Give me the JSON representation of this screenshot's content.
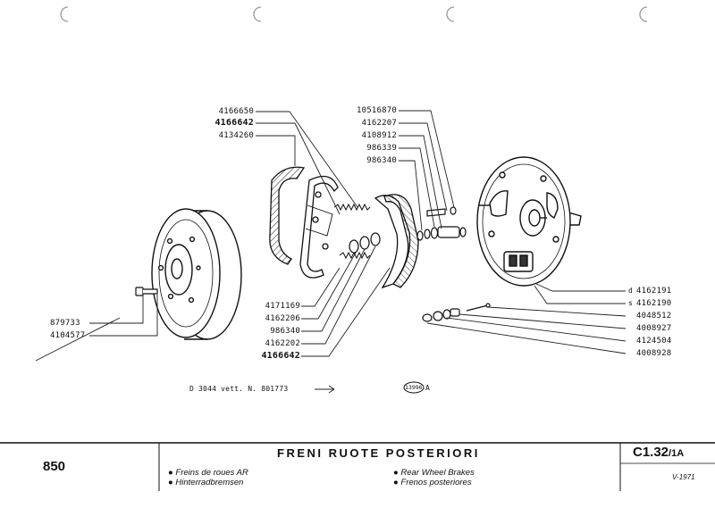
{
  "diagram": {
    "left_top_labels": [
      "4166650",
      "4166642",
      "4134260"
    ],
    "left_bottom_labels": [
      "4171169",
      "4162206",
      "986340",
      "4162202",
      "4166642"
    ],
    "hub_labels": [
      "879733",
      "4104577"
    ],
    "center_top_labels": [
      "10516870",
      "4162207",
      "4108912",
      "986339",
      "986340"
    ],
    "right_top_labels": [
      "4162191",
      "4162190"
    ],
    "right_top_markers": [
      "d",
      "s"
    ],
    "right_bottom_labels": [
      "4048512",
      "4008927",
      "4124504",
      "4008928"
    ],
    "note_text": "D 3044  vett. N. 801773",
    "ref_badge": "13996",
    "ref_suffix": "A"
  },
  "footer": {
    "model": "850",
    "title": "FRENI RUOTE POSTERIORI",
    "items_left": [
      "Freins de roues AR",
      "Hinterradbremsen"
    ],
    "items_right": [
      "Rear Wheel Brakes",
      "Frenos posteriores"
    ],
    "page_code": "C1.32",
    "page_suffix": "1A",
    "date": "V-1971"
  }
}
